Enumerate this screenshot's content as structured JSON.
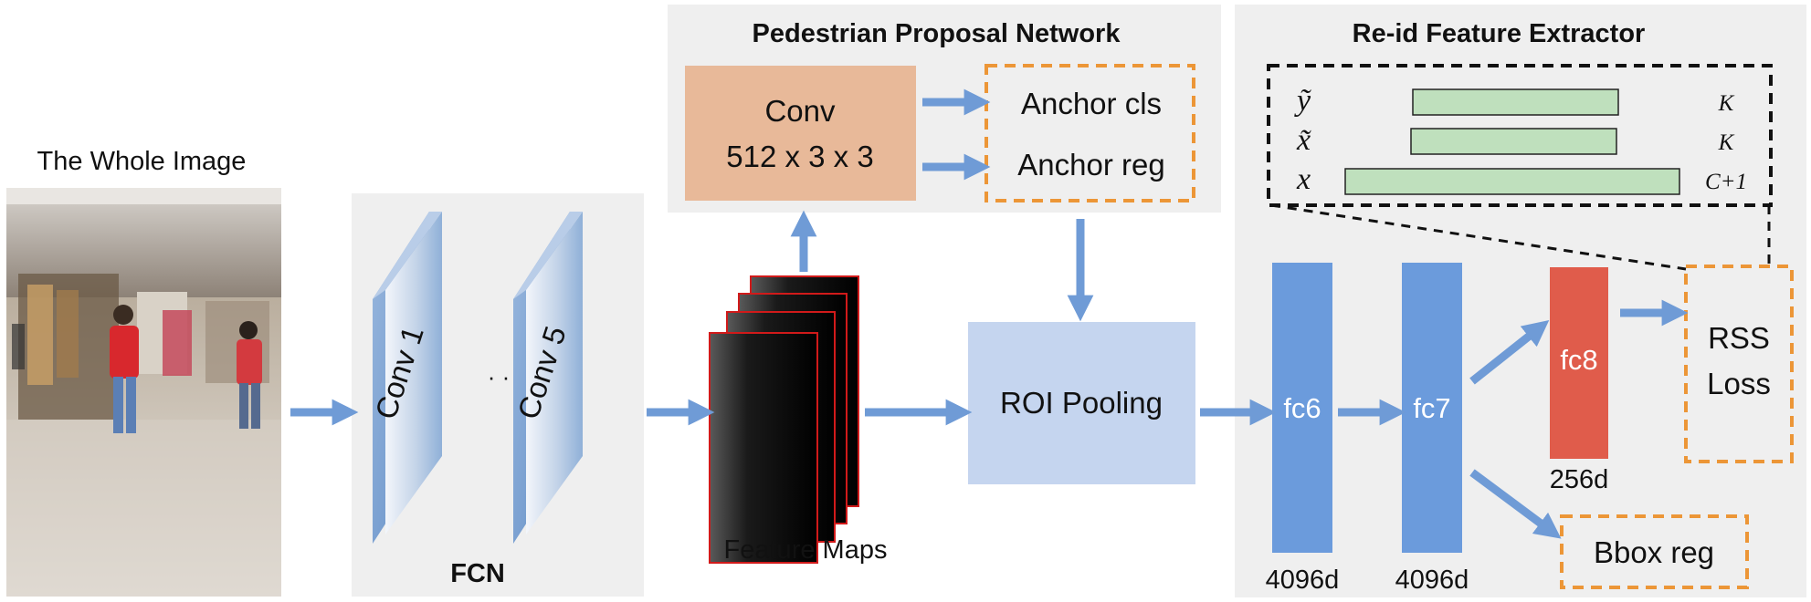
{
  "input": {
    "caption": "The Whole Image"
  },
  "fcn": {
    "label": "FCN",
    "layers": [
      "Conv 1",
      "Conv 5"
    ],
    "ellipsis": "· · ·"
  },
  "feature_maps": {
    "label": "Feature Maps"
  },
  "ppn": {
    "title": "Pedestrian Proposal Network",
    "conv_line1": "Conv",
    "conv_line2": "512 x 3 x 3",
    "anchor_cls": "Anchor cls",
    "anchor_reg": "Anchor reg"
  },
  "roi": {
    "label": "ROI Pooling"
  },
  "fc": {
    "fc6": "fc6",
    "fc7": "fc7",
    "fc8": "fc8",
    "fc6_dim": "4096d",
    "fc7_dim": "4096d",
    "fc8_dim": "256d"
  },
  "reid": {
    "title": "Re-id Feature Extractor",
    "rows": [
      {
        "symbol": "ỹ",
        "dim": "K"
      },
      {
        "symbol": "x̃",
        "dim": "K"
      },
      {
        "symbol": "x",
        "dim": "C+1"
      }
    ],
    "loss_line1": "RSS",
    "loss_line2": "Loss",
    "bbox_reg": "Bbox reg"
  },
  "colors": {
    "panel_bg": "#efefef",
    "arrow": "#6f9bd6",
    "fc_blue": "#6b9bdc",
    "fc8_red": "#e05c4b",
    "conv_peach": "#e8b999",
    "roi_box": "#c5d5ef",
    "dashed_orange": "#ec9637",
    "bar_green": "#bfe0bd"
  }
}
